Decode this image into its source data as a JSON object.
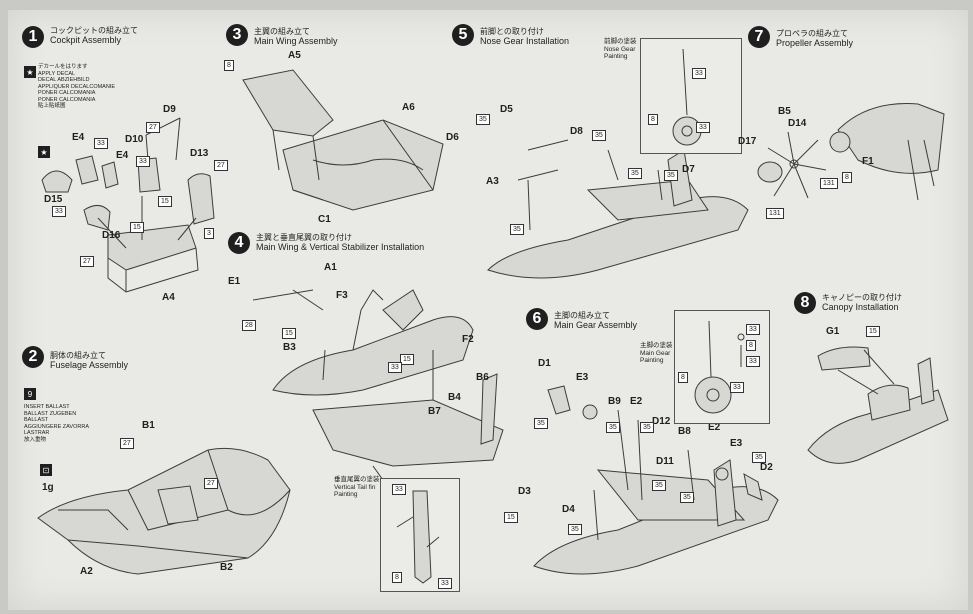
{
  "steps": [
    {
      "num": "1",
      "jp": "コックピットの組み立て",
      "en": "Cockpit Assembly"
    },
    {
      "num": "2",
      "jp": "胴体の組み立て",
      "en": "Fuselage Assembly"
    },
    {
      "num": "3",
      "jp": "主翼の組み立て",
      "en": "Main Wing Assembly"
    },
    {
      "num": "4",
      "jp": "主翼と垂直尾翼の取り付け",
      "en": "Main Wing & Vertical Stabilizer Installation"
    },
    {
      "num": "5",
      "jp": "前脚との取り付け",
      "en": "Nose Gear Installation"
    },
    {
      "num": "6",
      "jp": "主脚の組み立て",
      "en": "Main Gear Assembly"
    },
    {
      "num": "7",
      "jp": "プロペラの組み立て",
      "en": "Propeller Assembly"
    },
    {
      "num": "8",
      "jp": "キャノピーの取り付け",
      "en": "Canopy Installation"
    }
  ],
  "step1": {
    "decal_note": "デカールをはります\nAPPLY DECAL\nDECAL ABZIEHBILD\nAPPLIQUER DECALCOMANIE\nPONER CALCOMANIA\nPONER CALCOMANIA\n貼上貼紙圖",
    "parts": [
      "E4",
      "E4",
      "D10",
      "D9",
      "D13",
      "D15",
      "D16",
      "A4"
    ],
    "tags": [
      "33",
      "33",
      "27",
      "15",
      "27",
      "3",
      "33",
      "15",
      "27"
    ]
  },
  "step2": {
    "ballast_note": "INSERT BALLAST\nBALLAST ZUGEBEN\nBALLAST\nAGGIUNGERE ZAVORRA\nLASTRAR\n放入重物",
    "weight": "1g",
    "parts": [
      "B1",
      "A2",
      "B2"
    ],
    "tags": [
      "27",
      "27"
    ]
  },
  "step3": {
    "parts": [
      "A5",
      "A6",
      "C1"
    ],
    "tags": [
      "8"
    ]
  },
  "step4": {
    "parts": [
      "A1",
      "E1",
      "F3",
      "B3",
      "F2",
      "B4",
      "B7",
      "B6"
    ],
    "tags": [
      "28",
      "15",
      "15",
      "33"
    ],
    "inset_label": "垂直尾翼の塗装\nVertical Tail fin\nPainting",
    "inset_tags": [
      "33",
      "8",
      "33"
    ]
  },
  "step5": {
    "parts": [
      "D5",
      "D6",
      "A3",
      "D8",
      "D7"
    ],
    "tags": [
      "35",
      "35",
      "35",
      "35",
      "35"
    ],
    "inset_label": "前脚の塗装\nNose Gear\nPainting",
    "inset_tags": [
      "33",
      "8",
      "33"
    ]
  },
  "step6": {
    "parts": [
      "D1",
      "E3",
      "B9",
      "E2",
      "D12",
      "B8",
      "E2",
      "E3",
      "D11",
      "D2",
      "D3",
      "D4"
    ],
    "tags": [
      "35",
      "35",
      "35",
      "35",
      "35",
      "35",
      "15",
      "35"
    ],
    "inset_label": "主脚の塗装\nMain Gear\nPainting",
    "inset_tags": [
      "33",
      "8",
      "33",
      "8",
      "33"
    ]
  },
  "step7": {
    "parts": [
      "B5",
      "D14",
      "D17",
      "F1"
    ],
    "tags": [
      "131",
      "8",
      "131"
    ]
  },
  "step8": {
    "parts": [
      "G1"
    ],
    "tags": [
      "15"
    ]
  }
}
